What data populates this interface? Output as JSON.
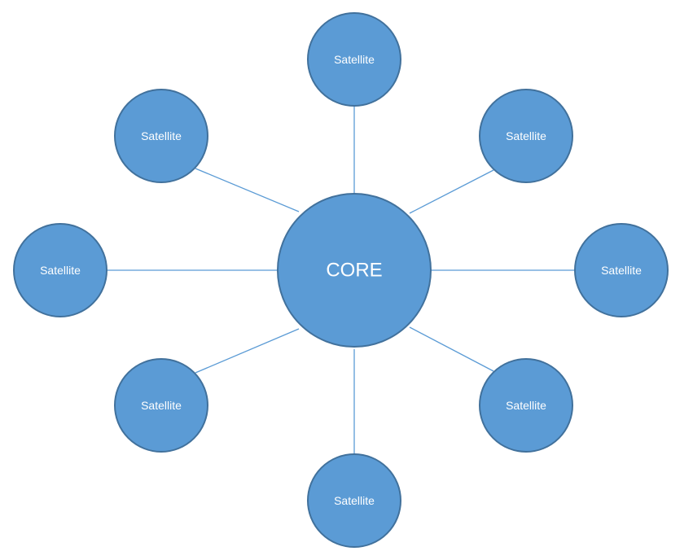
{
  "diagram": {
    "core": {
      "label": "CORE"
    },
    "satellites": [
      {
        "label": "Satellite"
      },
      {
        "label": "Satellite"
      },
      {
        "label": "Satellite"
      },
      {
        "label": "Satellite"
      },
      {
        "label": "Satellite"
      },
      {
        "label": "Satellite"
      },
      {
        "label": "Satellite"
      },
      {
        "label": "Satellite"
      }
    ]
  },
  "colors": {
    "fill": "#5b9bd5",
    "stroke": "#41719c",
    "connector": "#5b9bd5",
    "text": "#ffffff"
  }
}
